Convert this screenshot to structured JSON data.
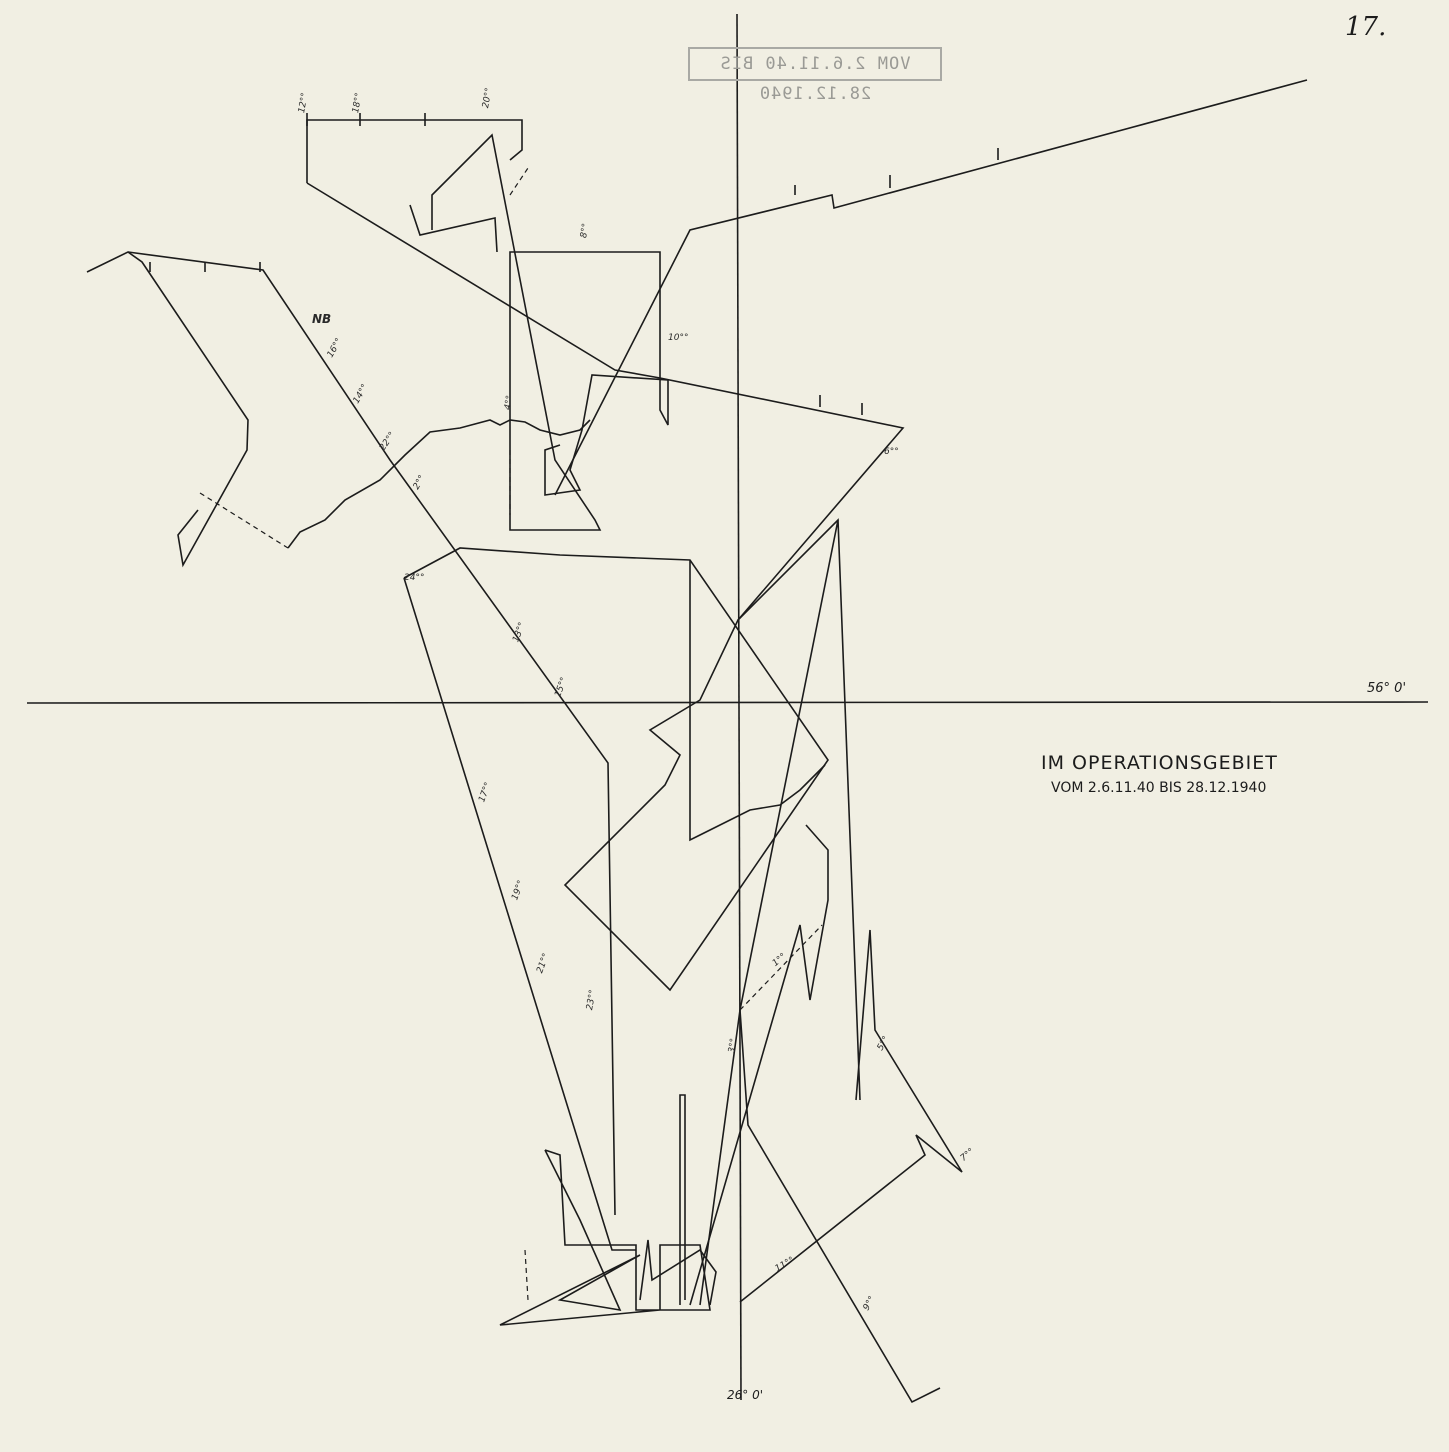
{
  "page_number": "17.",
  "stamp_text": "VOM 2.6.11.40 BIS 28.12.1940",
  "title": "IM   OPERATIONSGEBIET",
  "subtitle": "VOM 2.6.11.40 BIS 28.12.1940",
  "latitude_label": "56° 0'",
  "longitude_label": "26° 0'",
  "colors": {
    "paper": "#f1efe3",
    "ink": "#1c1c1c",
    "stamp": "#9a9a95"
  },
  "track_annotations": [
    "12°°",
    "18°°",
    "20°°",
    "NB",
    "16°°",
    "14°°",
    "22°°",
    "2°°",
    "8°°",
    "10°°",
    "4°°",
    "6°°",
    "24°°",
    "13°°",
    "15°°",
    "17°°",
    "19°°",
    "21°°",
    "23°°",
    "1°°",
    "3°°",
    "5°°",
    "7°°",
    "9°°",
    "11°°"
  ]
}
